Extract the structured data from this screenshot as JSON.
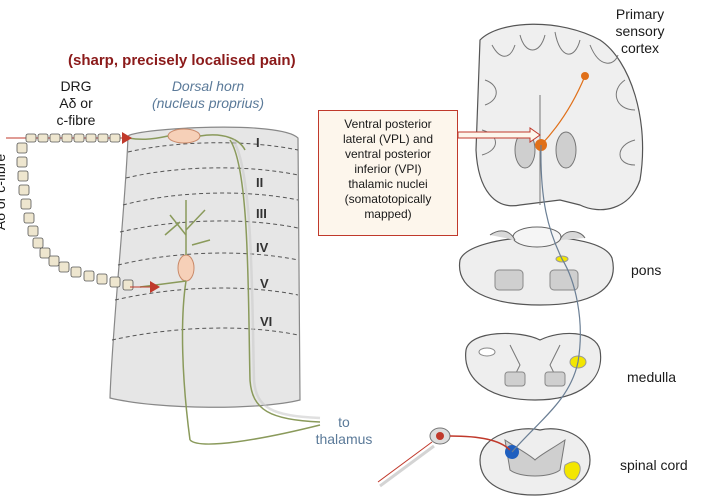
{
  "title": "(sharp, precisely localised pain)",
  "labels": {
    "drg": [
      "DRG",
      "Aδ or",
      "c-fibre"
    ],
    "dorsal_horn": [
      "Dorsal horn",
      "(nucleus proprius)"
    ],
    "fibre_vertical": "Aδ or c-fibre",
    "to_thalamus": [
      "to",
      "thalamus"
    ],
    "primary_cortex": [
      "Primary",
      "sensory",
      "cortex"
    ],
    "vpl_box": [
      "Ventral posterior",
      "lateral (VPL) and",
      "ventral posterior",
      "inferior (VPI)",
      "thalamic nuclei",
      "(somatotopically",
      "mapped)"
    ],
    "pons": "pons",
    "medulla": "medulla",
    "spinal_cord": "spinal cord"
  },
  "laminae": [
    "I",
    "II",
    "III",
    "IV",
    "V",
    "VI"
  ],
  "colors": {
    "title": "#8b1a1a",
    "blue_text": "#5b7a99",
    "axon_red": "#c0392b",
    "tract": "#6b7f95",
    "cortex_orange": "#e0701a",
    "neuron_body": "#f6d0b8",
    "dendrite_green": "#8a9a5b",
    "highlight_yellow": "#f3e600",
    "cord_blue": "#1f5fbf"
  }
}
